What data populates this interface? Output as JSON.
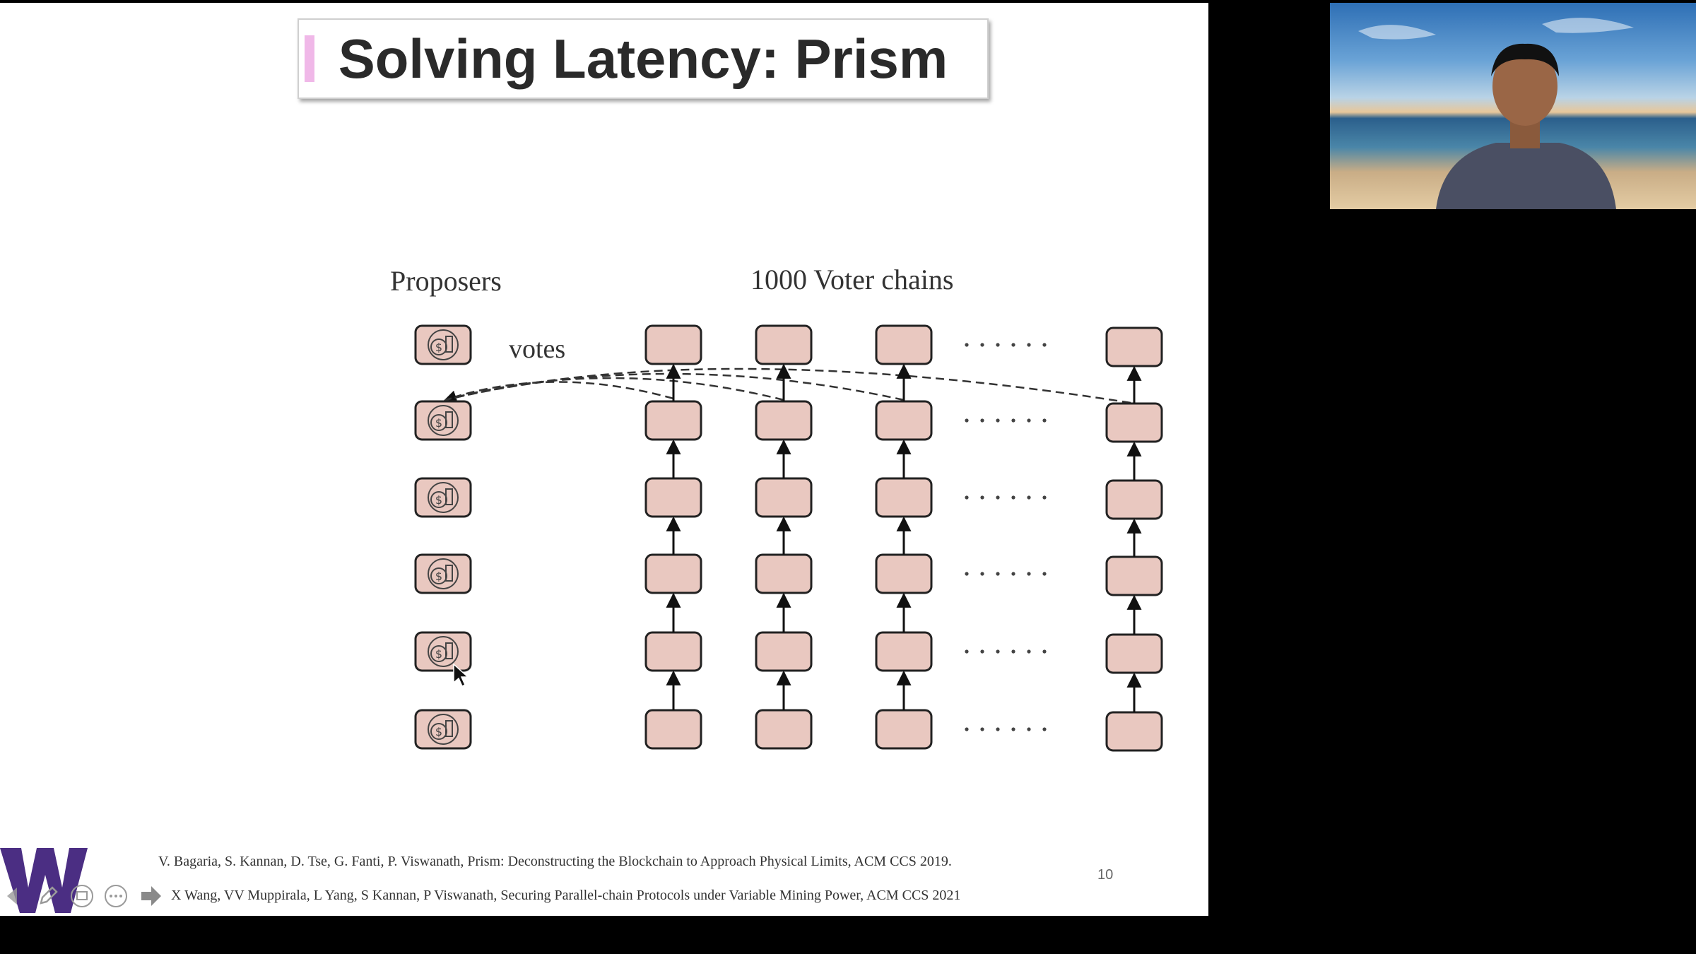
{
  "slide": {
    "title": "Solving Latency: Prism",
    "proposers_label": "Proposers",
    "voter_chains_label": "1000 Voter chains",
    "votes_label": "votes",
    "references": [
      "V. Bagaria, S. Kannan, D. Tse, G. Fanti,  P. Viswanath, Prism: Deconstructing the Blockchain to Approach Physical Limits, ACM CCS 2019.",
      "X Wang, VV Muppirala, L Yang, S Kannan, P Viswanath, Securing Parallel-chain Protocols under Variable Mining Power, ACM CCS 2021"
    ],
    "page_number": "10",
    "logo": "W",
    "colors": {
      "block_fill": "#e9c8c0",
      "block_stroke": "#222222",
      "title_accent": "#f0b8e8"
    }
  },
  "controls": {
    "icons": [
      "previous-arrow-icon",
      "pen-icon",
      "slides-grid-icon",
      "more-options-icon",
      "next-arrow-icon"
    ]
  },
  "webcam": {
    "label": "presenter-video"
  }
}
